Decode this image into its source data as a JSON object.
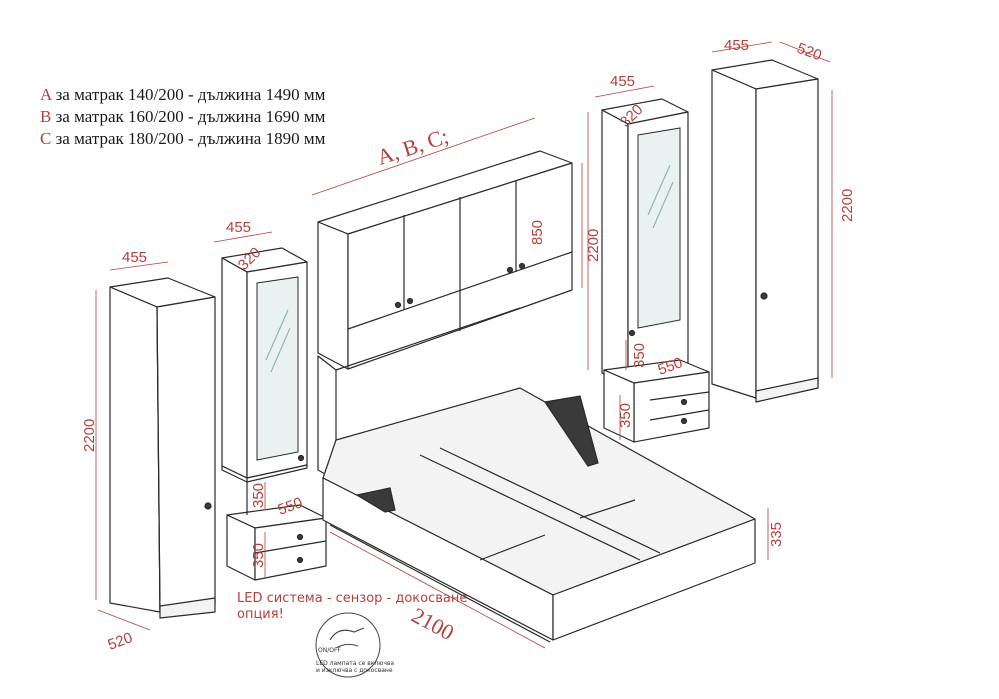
{
  "legend": {
    "rows": [
      {
        "letter": "A",
        "text": "за матрак 140/200 - дължина 1490 мм"
      },
      {
        "letter": "B",
        "text": "за матрак 160/200 - дължина 1690 мм"
      },
      {
        "letter": "C",
        "text": "за матрак 180/200 - дължина 1890 мм"
      }
    ]
  },
  "dimensions": {
    "left_wardrobe_width": "455",
    "left_wardrobe_height": "2200",
    "left_wardrobe_depth": "520",
    "left_mirror_width": "455",
    "left_mirror_depth": "320",
    "left_niche_height": "350",
    "left_niche_depth": "550",
    "left_drawer_height": "350",
    "top_cabinet_length": "A, B, C;",
    "top_cabinet_height": "850",
    "right_mirror_width": "455",
    "right_mirror_depth": "320",
    "right_mirror_height": "2200",
    "right_niche_height": "350",
    "right_niche_depth": "550",
    "right_drawer_height": "350",
    "right_wardrobe_width": "455",
    "right_wardrobe_depth": "520",
    "right_wardrobe_height": "2200",
    "bed_length": "2100",
    "bed_height": "335"
  },
  "led": {
    "line1": "LED система - сензор - докосване",
    "line2": "опция!",
    "icon_label": "ON/OFF",
    "icon_caption1": "LED лампата се включва",
    "icon_caption2": "и изключва с докосване"
  },
  "colors": {
    "dimension": "#b3413b",
    "outline": "#2a2a2a",
    "mirror": "#e9f2f1"
  }
}
